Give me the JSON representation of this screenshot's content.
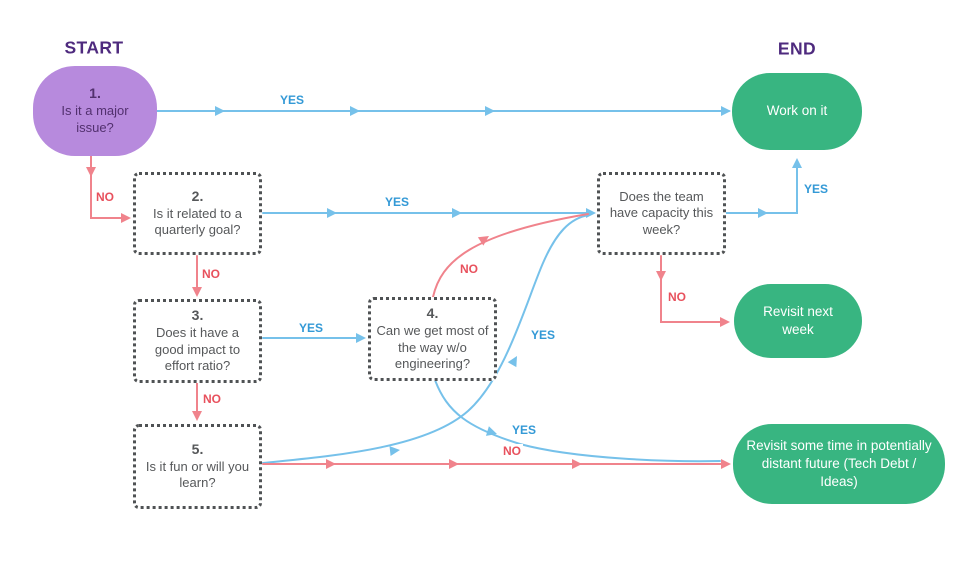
{
  "labels": {
    "start": "START",
    "end": "END"
  },
  "nodes": {
    "q1": {
      "number": "1.",
      "question": "Is it a major issue?"
    },
    "q2": {
      "number": "2.",
      "question": "Is it related to a quarterly goal?"
    },
    "q3": {
      "number": "3.",
      "question": "Does it have a good impact to effort ratio?"
    },
    "q4": {
      "number": "4.",
      "question": "Can we get most of the way w/o engineering?"
    },
    "q5": {
      "number": "5.",
      "question": "Is it fun or will you learn?"
    },
    "capacity": {
      "question": "Does the team have capacity this week?"
    },
    "work_on_it": {
      "label": "Work on it"
    },
    "revisit_next_week": {
      "label": "Revisit next week"
    },
    "revisit_future": {
      "label": "Revisit some time in potentially distant future (Tech Debt / Ideas)"
    }
  },
  "edge_labels": {
    "q1_yes": "YES",
    "q1_no": "NO",
    "q2_yes": "YES",
    "q2_no": "NO",
    "q3_yes": "YES",
    "q3_no": "NO",
    "q4_yes": "YES",
    "q4_no": "NO",
    "q5_yes": "YES",
    "q5_no": "NO",
    "capacity_yes": "YES",
    "capacity_no": "NO"
  },
  "colors": {
    "yes_line": "#76c1ea",
    "no_line": "#f0838c",
    "yes_label": "#3399d6",
    "no_label": "#e8515d",
    "start_node_fill": "#b78add",
    "start_node_text": "#52306e",
    "end_node_fill": "#38b581",
    "end_node_text": "#ffffff",
    "dashed_border": "#4f5254",
    "dashed_text": "#56585a",
    "title_text": "#4e2a7e"
  }
}
